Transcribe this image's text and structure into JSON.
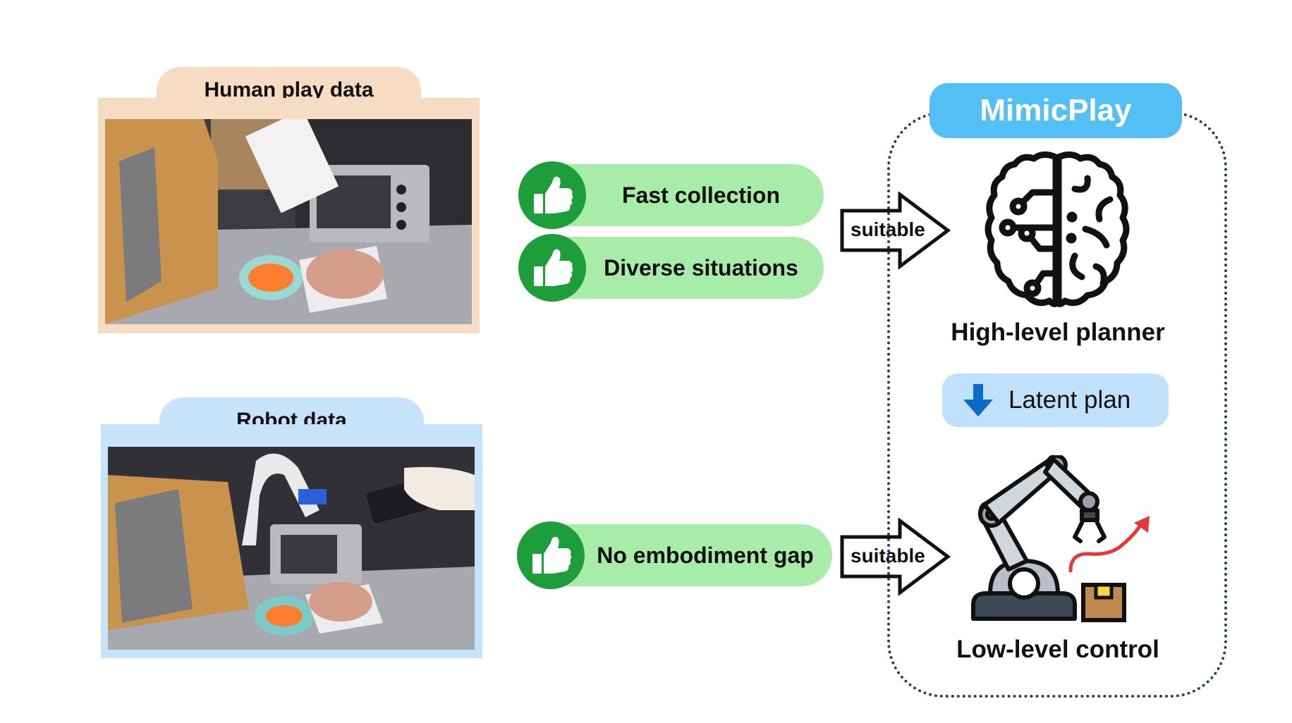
{
  "human_panel": {
    "title": "Human play data"
  },
  "robot_panel": {
    "title": "Robot data"
  },
  "pills": {
    "fast": "Fast collection",
    "diverse": "Diverse situations",
    "no_gap": "No embodiment gap"
  },
  "arrows": {
    "top": "suitable",
    "bottom": "suitable"
  },
  "mimicplay": {
    "title": "MimicPlay",
    "high_level": "High-level planner",
    "latent": "Latent plan",
    "low_level": "Low-level control"
  },
  "colors": {
    "human_panel": "#f5dcc3",
    "robot_panel": "#c7e2fb",
    "pill": "#a8eca9",
    "thumb": "#1d9e3a",
    "mimicplay_title": "#52bff5",
    "latent_box": "#bfe1fb",
    "dotted_border": "#1f3f66",
    "down_arrow": "#0a6cc7",
    "red_arrow": "#e53935"
  },
  "icons": [
    "thumbs-up-icon",
    "brain-circuit-icon",
    "down-arrow-icon",
    "robot-arm-icon",
    "box-icon",
    "red-curved-arrow-icon"
  ]
}
